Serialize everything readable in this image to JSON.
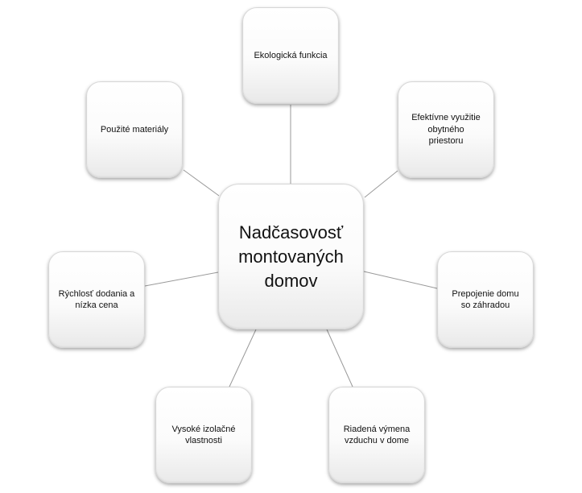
{
  "diagram": {
    "center": {
      "label": "Nadčasovosť\nmontovaných\ndomov"
    },
    "nodes": [
      {
        "id": "ecological",
        "label": "Ekologická funkcia"
      },
      {
        "id": "space",
        "label": "Efektívne využitie\nobytného\npriestoru"
      },
      {
        "id": "garden",
        "label": "Prepojenie domu\nso záhradou"
      },
      {
        "id": "ventilation",
        "label": "Riadená výmena\nvzduchu v dome"
      },
      {
        "id": "insulation",
        "label": "Vysoké izolačné\nvlastnosti"
      },
      {
        "id": "speed",
        "label": "Rýchlosť dodania a\nnízka cena"
      },
      {
        "id": "materials",
        "label": "Použité materiály"
      }
    ]
  }
}
